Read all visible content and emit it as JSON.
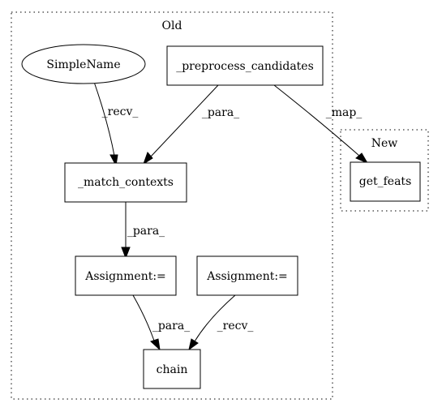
{
  "clusters": {
    "old": {
      "label": "Old"
    },
    "new": {
      "label": "New"
    }
  },
  "nodes": {
    "simplename": {
      "label": "SimpleName",
      "shape": "ellipse"
    },
    "preprocess": {
      "label": "_preprocess_candidates",
      "shape": "box"
    },
    "match": {
      "label": "_match_contexts",
      "shape": "box"
    },
    "assign1": {
      "label": "Assignment:=",
      "shape": "box"
    },
    "assign2": {
      "label": "Assignment:=",
      "shape": "box"
    },
    "chain": {
      "label": "chain",
      "shape": "box"
    },
    "getfeats": {
      "label": "get_feats",
      "shape": "box"
    }
  },
  "edges": {
    "recv1": {
      "from": "SimpleName",
      "to": "_match_contexts",
      "label": "_recv_"
    },
    "para1": {
      "from": "_preprocess_candidates",
      "to": "_match_contexts",
      "label": "_para_"
    },
    "map": {
      "from": "_preprocess_candidates",
      "to": "get_feats",
      "label": "_map_"
    },
    "para2": {
      "from": "_match_contexts",
      "to": "Assignment:=",
      "label": "_para_"
    },
    "para3": {
      "from": "Assignment:=",
      "to": "chain",
      "label": "_para_"
    },
    "recv2": {
      "from": "Assignment:=",
      "to": "chain",
      "label": "_recv_"
    }
  }
}
